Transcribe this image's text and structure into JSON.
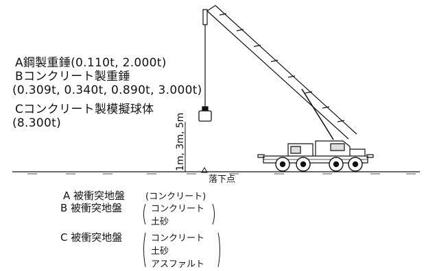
{
  "specimens": {
    "a": "A鋼製重錘(0.110t, 2.000t)",
    "b": "Bコンクリート製重錘",
    "b_mass": "(0.309t, 0.340t, 0.890t, 3.000t)",
    "c": "Cコンクリート製模擬球体",
    "c_mass": "(8.300t)"
  },
  "drop_height": "1m, 3m, 5m",
  "impact_point": "落下点",
  "grounds": {
    "a": {
      "label": "A 被衝突地盤",
      "items": [
        "(コンクリート)"
      ]
    },
    "b": {
      "label": "B 被衝突地盤",
      "items": [
        "コンクリート",
        "土砂"
      ]
    },
    "c": {
      "label": "C 被衝突地盤",
      "items": [
        "コンクリート",
        "土砂",
        "アスファルト"
      ]
    }
  }
}
